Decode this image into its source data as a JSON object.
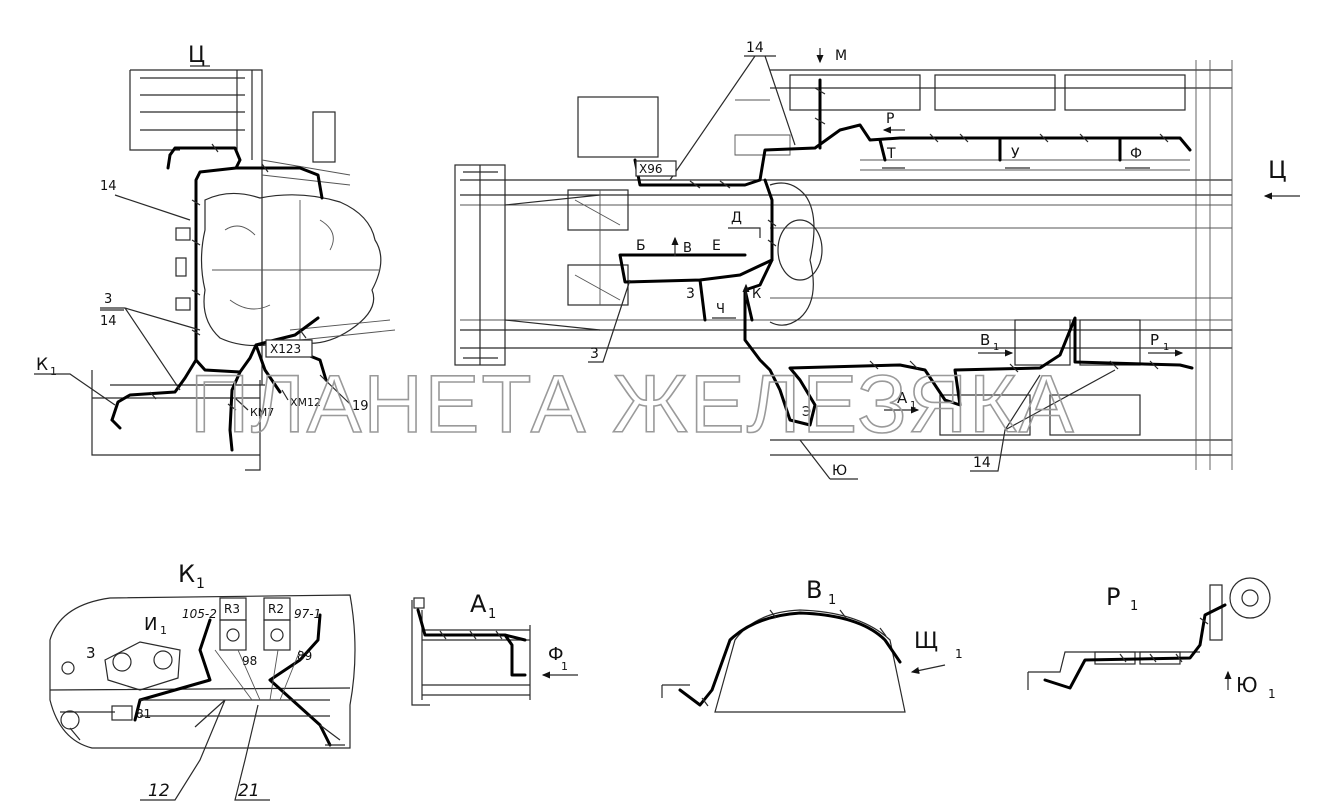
{
  "watermark": "ПЛАНЕТА ЖЕЛЕЗЯКА",
  "main_left": {
    "view_letter": "Ц",
    "labels": {
      "l14_top": "14",
      "l3": "3",
      "l14_mid": "14",
      "k1": "К",
      "k1_sub": "1",
      "x123": "Х123",
      "km7": "КМ7",
      "xm12": "ХМ12",
      "l19": "19"
    }
  },
  "main_right": {
    "labels": {
      "l14": "14",
      "m": "М",
      "x96": "Х96",
      "p": "Р",
      "t": "Т",
      "u": "У",
      "f": "Ф",
      "d": "Д",
      "b": "Б",
      "v": "В",
      "e": "Е",
      "z3": "3",
      "ch": "Ч",
      "k": "К",
      "l3": "3",
      "v1": "В",
      "v1_sub": "1",
      "p1": "Р",
      "p1_sub": "1",
      "a1": "А",
      "a1_sub": "1",
      "e_cyr": "Э",
      "yu": "Ю",
      "l14_bottom": "14",
      "ts_arrow": "Ц"
    }
  },
  "detail_k1": {
    "title": "К",
    "title_sub": "1",
    "i1": "И",
    "i1_sub": "1",
    "n3": "3",
    "n105": "105-2",
    "r3": "R3",
    "r2": "R2",
    "n97": "97-1",
    "n98": "98",
    "n89": "89",
    "n81": "81",
    "n12": "12",
    "n21": "21"
  },
  "detail_a1": {
    "title": "А",
    "title_sub": "1",
    "f1": "Ф",
    "f1_sub": "1"
  },
  "detail_v1": {
    "title": "В",
    "title_sub": "1",
    "sh1": "Щ",
    "sh1_sub": "1"
  },
  "detail_p1": {
    "title": "Р",
    "title_sub": "1",
    "yu1": "Ю",
    "yu1_sub": "1"
  }
}
